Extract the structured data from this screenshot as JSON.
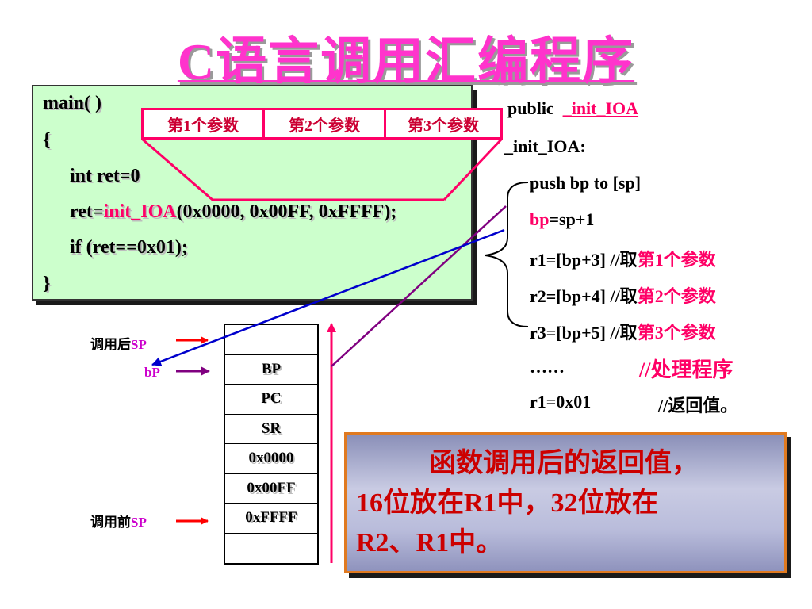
{
  "title": "C语言调用汇编程序",
  "c_code": {
    "line1": "main( )",
    "line2": "{",
    "line3": "int  ret=0",
    "line4_prefix": "ret=",
    "line4_func": "init_IOA",
    "line4_args": "(0x0000, 0x00FF, 0xFFFF);",
    "line5": "if  (ret==0x01);",
    "line6": "}"
  },
  "params": [
    "第1个参数",
    "第2个参数",
    "第3个参数"
  ],
  "asm": {
    "l1_kw": "public",
    "l1_name": "_init_IOA",
    "l2": "_init_IOA:",
    "l3": "push  bp  to  [sp]",
    "l4_bp": "bp",
    "l4_rest": "=sp+1",
    "l5_code": "r1=[bp+3]  //取",
    "l5_note": "第1个参数",
    "l6_code": "r2=[bp+4]  //取",
    "l6_note": "第2个参数",
    "l7_code": "r3=[bp+5]  //取",
    "l7_note": "第3个参数",
    "l8_dots": "……",
    "l8_note": "//处理程序",
    "l9_code": "r1=0x01",
    "l9_note": "//返回值。"
  },
  "stack_cells": [
    "",
    "BP",
    "PC",
    "SR",
    "0x0000",
    "0x00FF",
    "0xFFFF",
    ""
  ],
  "labels": {
    "after_prefix": "调用后",
    "after_sp": "SP",
    "bp": "bP",
    "before_prefix": "调用前",
    "before_sp": "SP"
  },
  "note": {
    "line1": "函数调用后的返回值，",
    "line2": "16位放在R1中，32位放在",
    "line3": "R2、R1中。"
  },
  "colors": {
    "title": "#ff33cc",
    "accent": "#ff0066",
    "code_bg": "#ccffcc",
    "arrow_red": "#ff0000",
    "arrow_purple": "#800080",
    "arrow_blue": "#0000cc",
    "note_border": "#e07a20"
  }
}
